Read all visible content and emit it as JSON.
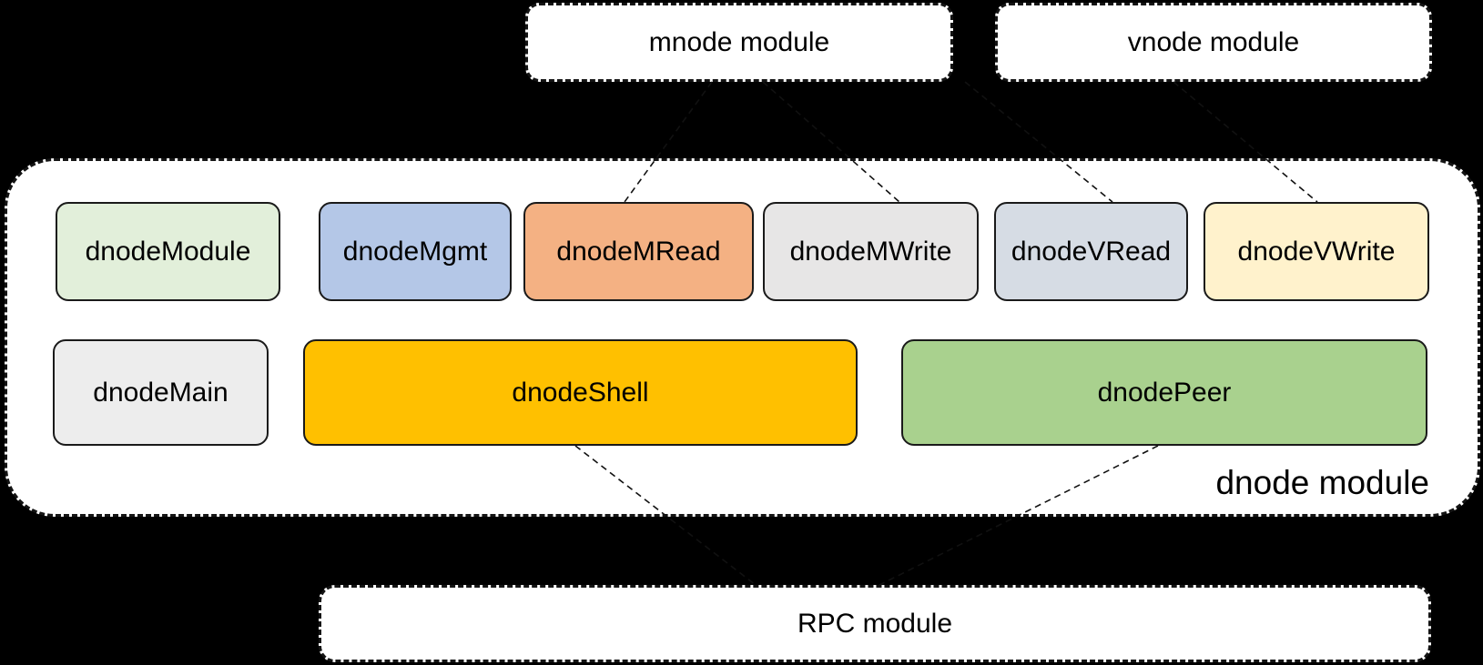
{
  "colors": {
    "background": "#000000",
    "dashed_border": "#141414",
    "node_border": "#1a1a1a",
    "text": "#000000"
  },
  "top_modules": [
    {
      "label": "mnode module"
    },
    {
      "label": "vnode module"
    }
  ],
  "dnode": {
    "label": "dnode module",
    "row1": [
      {
        "label": "dnodeModule",
        "fill": "#E2EFDA"
      },
      {
        "label": "dnodeMgmt",
        "fill": "#B4C7E7"
      },
      {
        "label": "dnodeMRead",
        "fill": "#F4B183"
      },
      {
        "label": "dnodeMWrite",
        "fill": "#E7E6E6"
      },
      {
        "label": "dnodeVRead",
        "fill": "#D6DCE4"
      },
      {
        "label": "dnodeVWrite",
        "fill": "#FFF2CC"
      }
    ],
    "row2": [
      {
        "label": "dnodeMain",
        "fill": "#EDEDED"
      },
      {
        "label": "dnodeShell",
        "fill": "#FFC000"
      },
      {
        "label": "dnodePeer",
        "fill": "#A9D18E"
      }
    ]
  },
  "rpc": {
    "label": "RPC module"
  },
  "connectors": [
    {
      "from": "mnode module",
      "to": "dnodeMRead"
    },
    {
      "from": "mnode module",
      "to": "dnodeMWrite"
    },
    {
      "from": "vnode module",
      "to": "dnodeVRead"
    },
    {
      "from": "vnode module",
      "to": "dnodeVWrite"
    },
    {
      "from": "dnodeShell",
      "to": "RPC module"
    },
    {
      "from": "dnodePeer",
      "to": "RPC module"
    }
  ]
}
